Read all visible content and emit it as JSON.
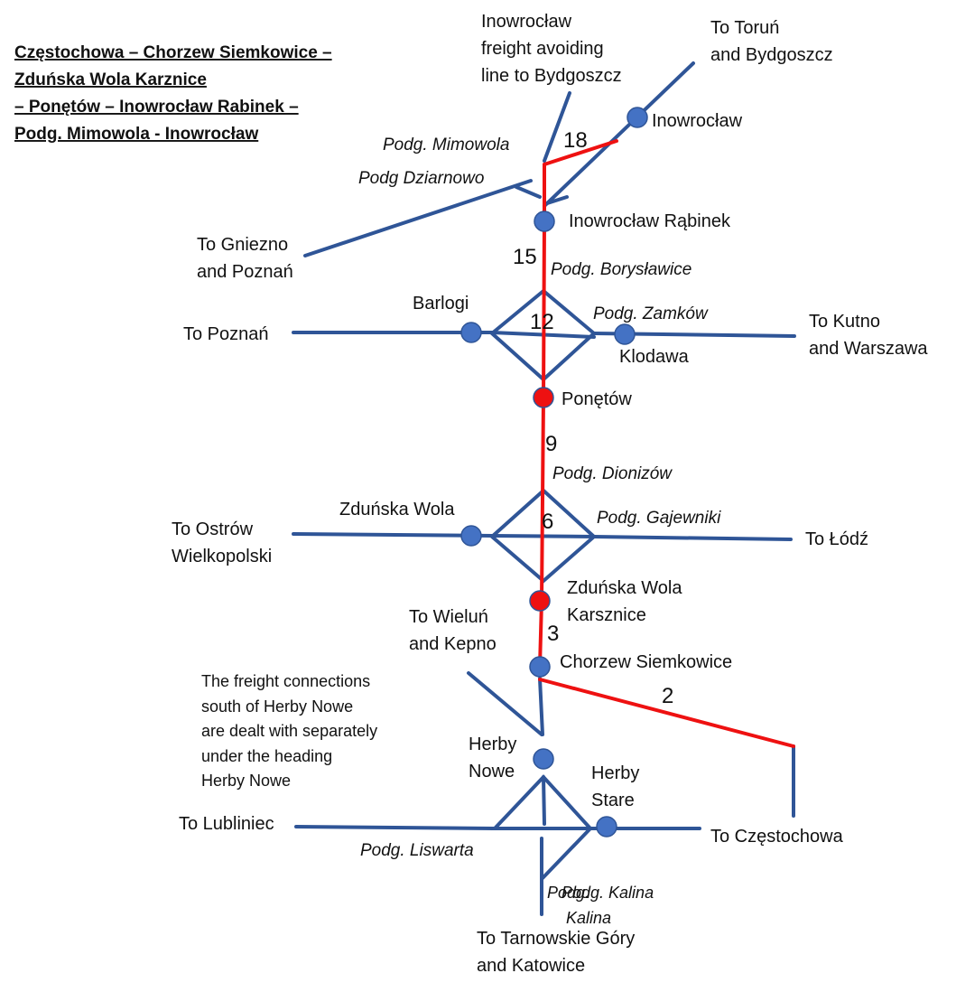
{
  "title": {
    "line1": "Częstochowa – Chorzew Siemkowice –",
    "line2": "Zduńska Wola Karznice",
    "line3": "– Ponętów  – Inowrocław Rabinek –",
    "line4": "Podg. Mimowola - Inowrocław"
  },
  "colors": {
    "line": "#2f5597",
    "route": "#ee1111",
    "station": "#4472c4",
    "route_station": "#ee1111"
  },
  "stations": {
    "inowroclaw": "Inowrocław",
    "rabinek": "Inowrocław Rąbinek",
    "barlogi": "Barlogi",
    "klodawa": "Klodawa",
    "ponetow": "Ponętów",
    "zdunska_wola": "Zduńska Wola",
    "karsznice_1": "Zduńska Wola",
    "karsznice_2": "Karsznice",
    "chorzew": "Chorzew Siemkowice",
    "herby_nowe_1": "Herby",
    "herby_nowe_2": "Nowe",
    "herby_stare_1": "Herby",
    "herby_stare_2": "Stare"
  },
  "junctions": {
    "mimowola": "Podg. Mimowola",
    "dziarnowo": "Podg Dziarnowo",
    "boryslawice": "Podg. Borysławice",
    "zamkow": "Podg. Zamków",
    "dionizow": "Podg. Dionizów",
    "gajewniki": "Podg. Gajewniki",
    "liswarta": "Podg. Liswarta",
    "kalina_a1": "Podg.",
    "kalina_a2": "Kalina",
    "kalina_b": "Podg. Kalina"
  },
  "destinations": {
    "freight_1": "Inowrocław",
    "freight_2": "freight avoiding",
    "freight_3": "line to Bydgoszcz",
    "torun_1": "To Toruń",
    "torun_2": "and Bydgoszcz",
    "gniezno_1": "To Gniezno",
    "gniezno_2": "and Poznań",
    "poznan": "To Poznań",
    "kutno_1": "To Kutno",
    "kutno_2": "and Warszawa",
    "ostrow_1": "To Ostrów",
    "ostrow_2": "Wielkopolski",
    "lodz": "To Łódź",
    "wielun_1": "To Wieluń",
    "wielun_2": "and Kepno",
    "lubliniec": "To Lubliniec",
    "czestochowa": "To Częstochowa",
    "tarnowskie_1": "To Tarnowskie Góry",
    "tarnowskie_2": "and Katowice"
  },
  "distances": {
    "d18": "18",
    "d15": "15",
    "d12": "12",
    "d9": "9",
    "d6": "6",
    "d3": "3",
    "d2": "2"
  },
  "note": {
    "line1": "The freight connections",
    "line2": "south of Herby Nowe",
    "line3": "are dealt with separately",
    "line4": "under the heading",
    "line5": "Herby Nowe"
  }
}
